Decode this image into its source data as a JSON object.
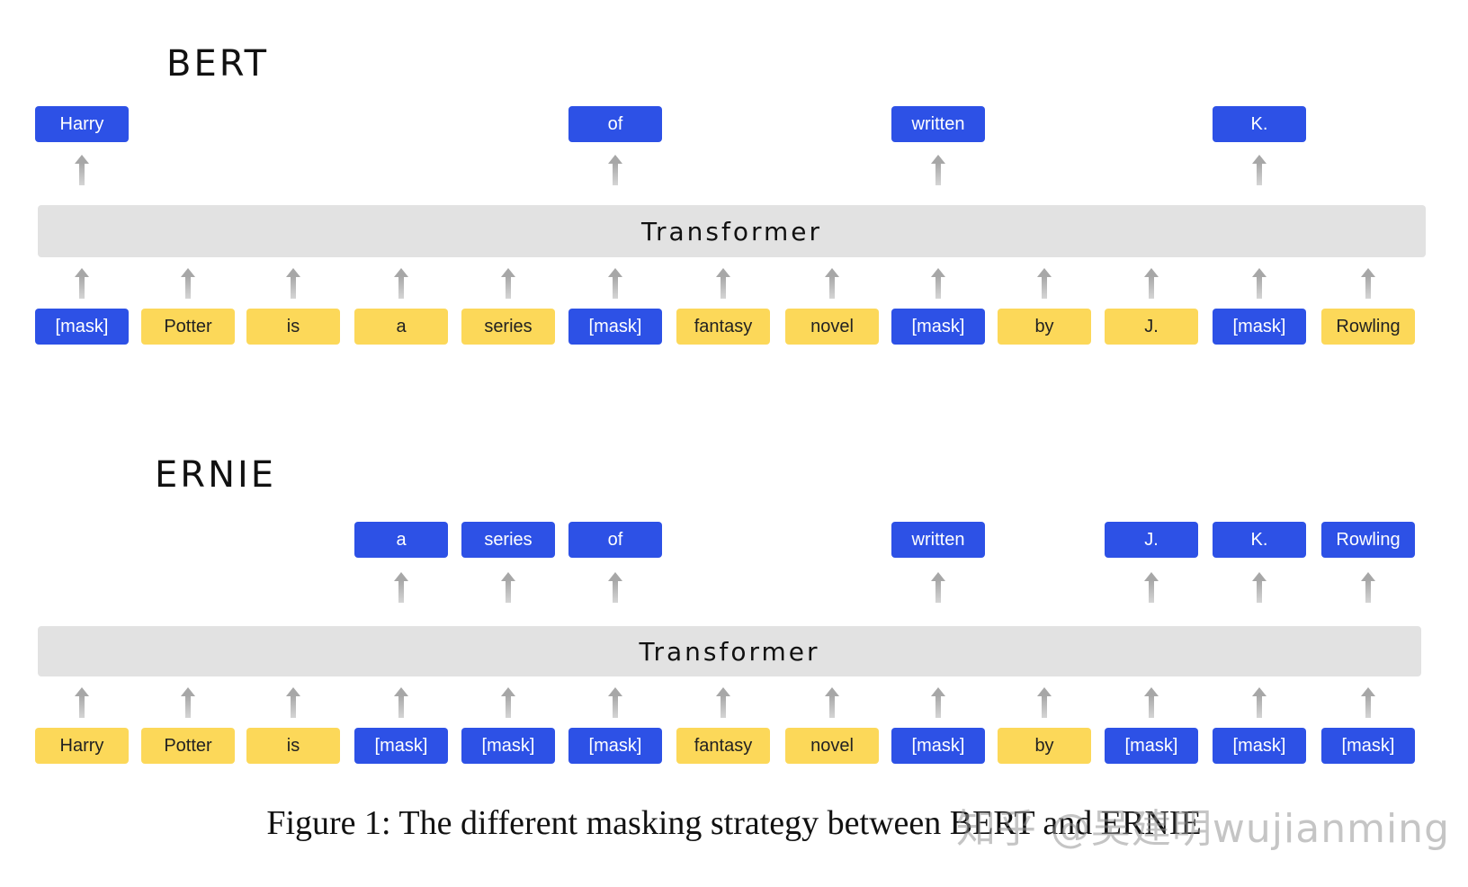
{
  "bert": {
    "title": "BERT",
    "transformer": "Transformer",
    "outputs": [
      {
        "text": "Harry",
        "col": 0
      },
      {
        "text": "of",
        "col": 5
      },
      {
        "text": "written",
        "col": 8
      },
      {
        "text": "K.",
        "col": 11
      }
    ],
    "inputs": [
      {
        "text": "[mask]",
        "masked": true
      },
      {
        "text": "Potter",
        "masked": false
      },
      {
        "text": "is",
        "masked": false
      },
      {
        "text": "a",
        "masked": false
      },
      {
        "text": "series",
        "masked": false
      },
      {
        "text": "[mask]",
        "masked": true
      },
      {
        "text": "fantasy",
        "masked": false
      },
      {
        "text": "novel",
        "masked": false
      },
      {
        "text": "[mask]",
        "masked": true
      },
      {
        "text": "by",
        "masked": false
      },
      {
        "text": "J.",
        "masked": false
      },
      {
        "text": "[mask]",
        "masked": true
      },
      {
        "text": "Rowling",
        "masked": false
      }
    ]
  },
  "ernie": {
    "title": "ERNIE",
    "transformer": "Transformer",
    "outputs": [
      {
        "text": "a",
        "col": 3
      },
      {
        "text": "series",
        "col": 4
      },
      {
        "text": "of",
        "col": 5
      },
      {
        "text": "written",
        "col": 8
      },
      {
        "text": "J.",
        "col": 10
      },
      {
        "text": "K.",
        "col": 11
      },
      {
        "text": "Rowling",
        "col": 12
      }
    ],
    "inputs": [
      {
        "text": "Harry",
        "masked": false
      },
      {
        "text": "Potter",
        "masked": false
      },
      {
        "text": "is",
        "masked": false
      },
      {
        "text": "[mask]",
        "masked": true
      },
      {
        "text": "[mask]",
        "masked": true
      },
      {
        "text": "[mask]",
        "masked": true
      },
      {
        "text": "fantasy",
        "masked": false
      },
      {
        "text": "novel",
        "masked": false
      },
      {
        "text": "[mask]",
        "masked": true
      },
      {
        "text": "by",
        "masked": false
      },
      {
        "text": "[mask]",
        "masked": true
      },
      {
        "text": "[mask]",
        "masked": true
      },
      {
        "text": "[mask]",
        "masked": true
      }
    ]
  },
  "caption": "Figure 1: The different masking strategy between BERT and ERNIE",
  "watermark": "知乎 @吴建明wujianming",
  "colors": {
    "masked": "#2d51e6",
    "unmasked": "#fcd859",
    "transformer_bar": "#e2e2e2",
    "arrow": "#a7a7a7"
  }
}
